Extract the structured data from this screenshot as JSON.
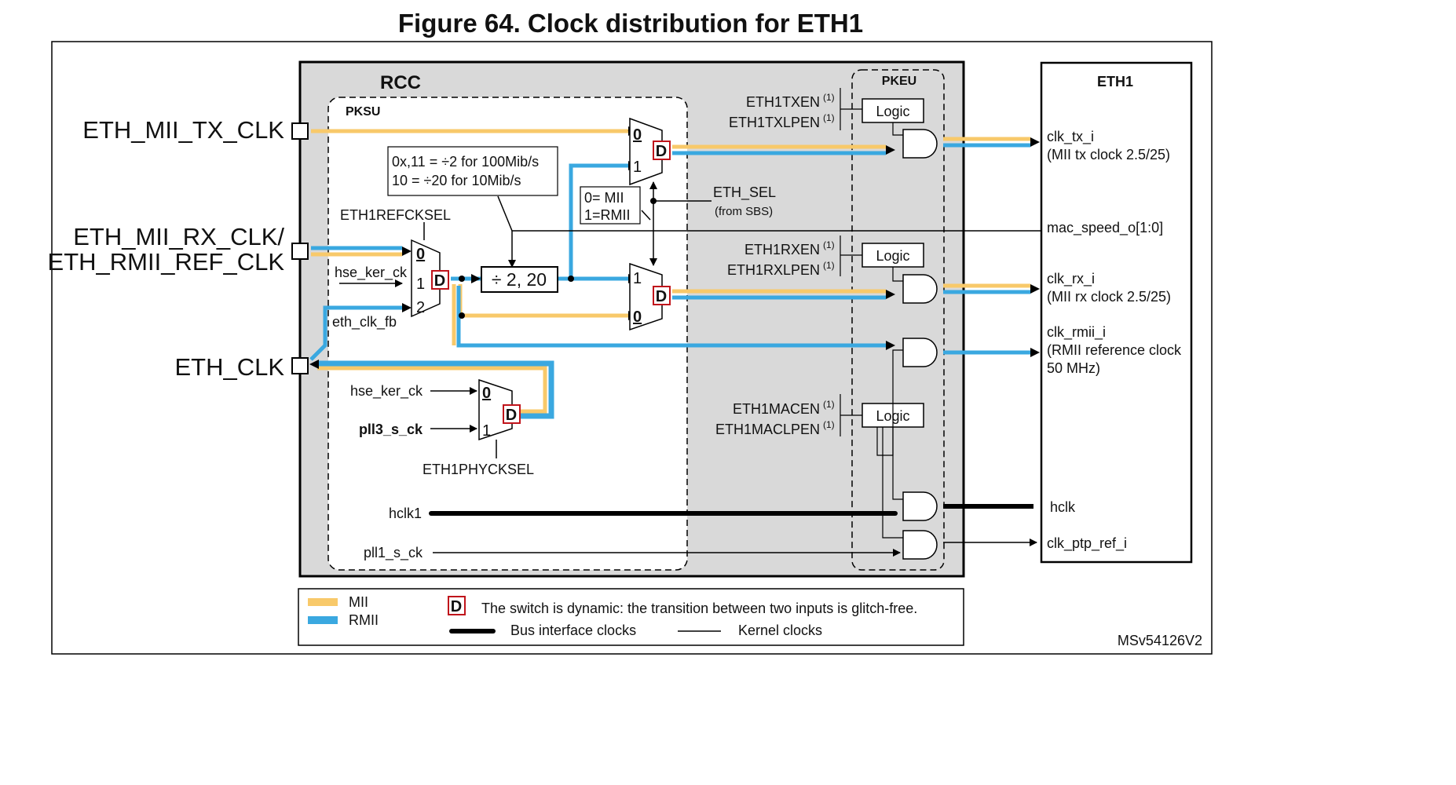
{
  "title": "Figure 64. Clock distribution for ETH1",
  "blocks": {
    "rcc": "RCC",
    "pksu": "PKSU",
    "pkeu": "PKEU",
    "eth1": "ETH1"
  },
  "pins": {
    "mii_tx": "ETH_MII_TX_CLK",
    "mii_rx_line1": "ETH_MII_RX_CLK/",
    "mii_rx_line2": "ETH_RMII_REF_CLK",
    "eth_clk": "ETH_CLK"
  },
  "rcc_labels": {
    "divider_note_1": "0x,11 = ÷2 for 100Mib/s",
    "divider_note_2": "10 = ÷20 for 10Mib/s",
    "refcksel": "ETH1REFCKSEL",
    "divider": "÷ 2, 20",
    "mii_rmii_1": "0= MII",
    "mii_rmii_2": "1=RMII",
    "eth_sel": "ETH_SEL",
    "from_sbs": "(from SBS)",
    "hse_ker_ck_a": "hse_ker_ck",
    "eth_clk_fb": "eth_clk_fb",
    "hse_ker_ck_b": "hse_ker_ck",
    "pll3_s_ck": "pll3_s_ck",
    "phycksel": "ETH1PHYCKSEL",
    "hclk1": "hclk1",
    "pll1_s_ck": "pll1_s_ck",
    "mux_in_0": "0",
    "mux_in_1": "1",
    "mux_in_2": "2",
    "dyn": "D"
  },
  "pkeu_labels": {
    "txen": "ETH1TXEN",
    "txlpen": "ETH1TXLPEN",
    "rxen": "ETH1RXEN",
    "rxlpen": "ETH1RXLPEN",
    "macen": "ETH1MACEN",
    "maclpen": "ETH1MACLPEN",
    "footnote": "(1)",
    "logic": "Logic"
  },
  "eth1_signals": {
    "clk_tx_i": "clk_tx_i",
    "clk_tx_desc": "(MII tx clock 2.5/25)",
    "mac_speed": "mac_speed_o[1:0]",
    "clk_rx_i": "clk_rx_i",
    "clk_rx_desc": "(MII rx clock 2.5/25)",
    "clk_rmii_i": "clk_rmii_i",
    "clk_rmii_desc1": "(RMII reference clock",
    "clk_rmii_desc2": "50 MHz)",
    "hclk": "hclk",
    "clk_ptp": "clk_ptp_ref_i"
  },
  "legend": {
    "mii": "MII",
    "rmii": "RMII",
    "dynamic": "The switch is dynamic: the transition between two inputs is glitch-free.",
    "bus": "Bus interface clocks",
    "kernel": "Kernel clocks"
  },
  "ref": "MSv54126V2",
  "colors": {
    "mii": "#f8c96a",
    "rmii": "#3aa8e0",
    "rcc_fill": "#d9d9d9",
    "dynamic_border": "#c0141b"
  }
}
